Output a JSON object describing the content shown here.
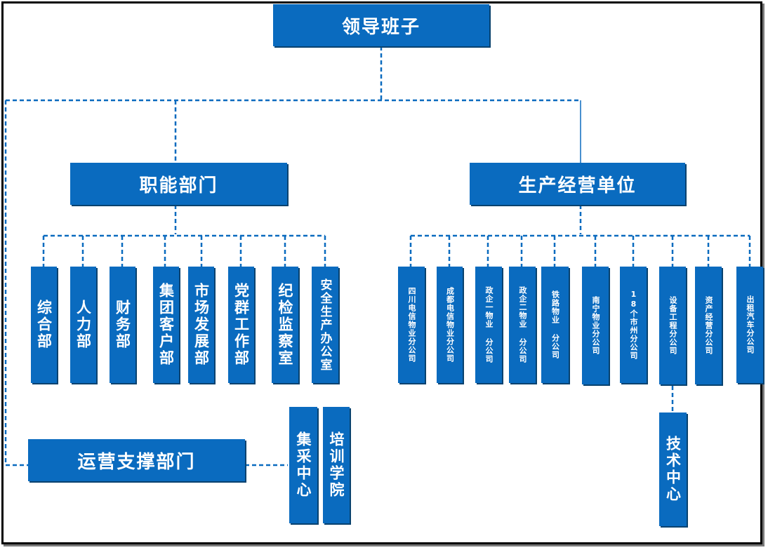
{
  "top": {
    "label": "领导班子"
  },
  "functional": {
    "label": "职能部门",
    "units": [
      "综合部",
      "人力部",
      "财务部",
      "集团客户部",
      "市场发展部",
      "党群工作部",
      "纪检监察室",
      "安全生产办公室"
    ]
  },
  "production": {
    "label": "生产经营单位",
    "units": [
      "四川电信物业分公司",
      "成都电信物业分公司",
      "政企一物业 分公司",
      "政企二物业 分公司",
      "铁路物业 分公司",
      "南宁物业分公司",
      "18个市州分公司",
      "设备工程分公司",
      "资产经营分公司",
      "出租汽车分公司"
    ],
    "sub": {
      "label": "技术中心"
    }
  },
  "support": {
    "label": "运营支撑部门",
    "units": [
      "集采中心",
      "培训学院"
    ]
  },
  "colors": {
    "box": "#0a6bbf",
    "line": "#0a6bbf",
    "frame": "#000000"
  }
}
